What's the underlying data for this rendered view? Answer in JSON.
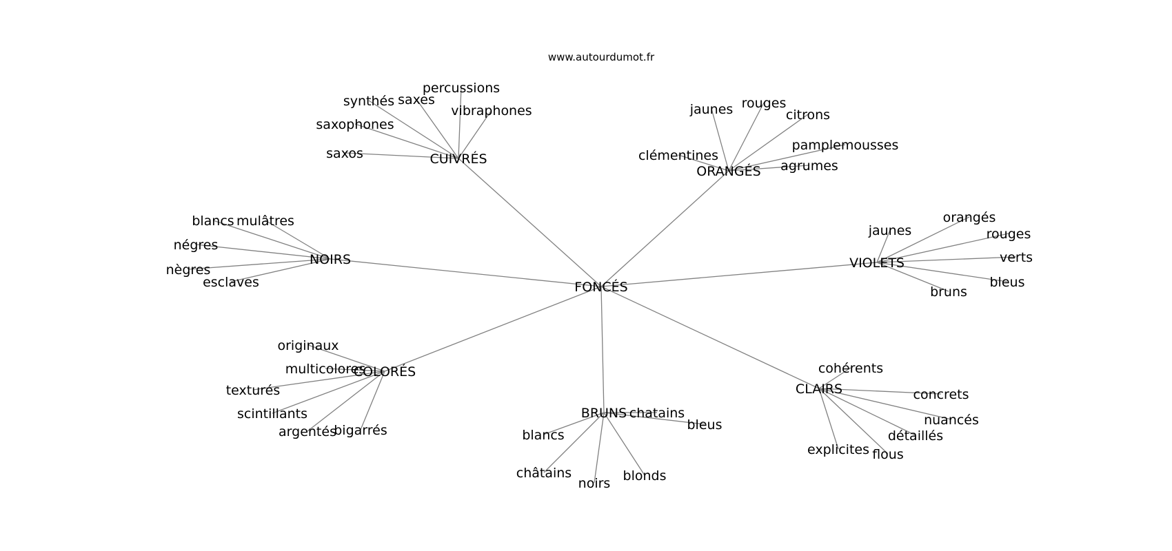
{
  "site": "www.autourdumot.fr",
  "graph": {
    "center": "FONCÉS",
    "groups": [
      {
        "hub": "CUIVRÉS",
        "words": [
          "percussions",
          "synthés",
          "saxes",
          "vibraphones",
          "saxophones",
          "saxos"
        ]
      },
      {
        "hub": "ORANGÉS",
        "words": [
          "jaunes",
          "rouges",
          "citrons",
          "pamplemousses",
          "clémentines",
          "agrumes"
        ]
      },
      {
        "hub": "NOIRS",
        "words": [
          "blancs",
          "mulâtres",
          "négres",
          "nègres",
          "esclaves"
        ]
      },
      {
        "hub": "VIOLETS",
        "words": [
          "orangés",
          "jaunes",
          "rouges",
          "verts",
          "bleus",
          "bruns"
        ]
      },
      {
        "hub": "COLORÉS",
        "words": [
          "originaux",
          "multicolores",
          "texturés",
          "scintillants",
          "argentés",
          "bigarrés"
        ]
      },
      {
        "hub": "BRUNS",
        "words": [
          "chatains",
          "bleus",
          "blancs",
          "châtains",
          "noirs",
          "blonds"
        ]
      },
      {
        "hub": "CLAIRS",
        "words": [
          "cohérents",
          "concrets",
          "nuancés",
          "détaillés",
          "explicites",
          "flous"
        ]
      }
    ]
  }
}
